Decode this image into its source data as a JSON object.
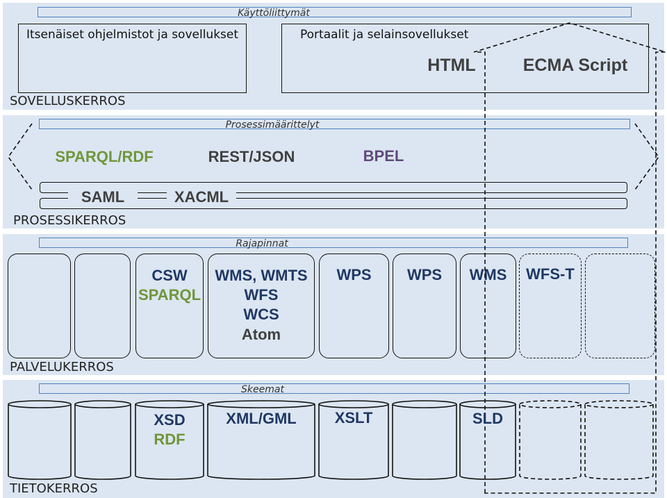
{
  "layers": {
    "application": {
      "band_title": "Käyttöliittymät",
      "label": "SOVELLUSKERROS",
      "box_left_title": "Itsenäiset ohjelmistot ja sovellukset",
      "box_right_title": "Portaalit ja selainsovellukset",
      "html": "HTML",
      "ecma": "ECMA Script"
    },
    "process": {
      "band_title": "Prosessimäärittelyt",
      "label": "PROSESSIKERROS",
      "sparql_rdf": "SPARQL/RDF",
      "rest_json": "REST/JSON",
      "bpel": "BPEL",
      "saml": "SAML",
      "xacml": "XACML"
    },
    "service": {
      "band_title": "Rajapinnat",
      "label": "PALVELUKERROS",
      "csw": "CSW",
      "sparql": "SPARQL",
      "wms_wmts": "WMS, WMTS",
      "wfs": "WFS",
      "wcs": "WCS",
      "atom": "Atom",
      "wps1": "WPS",
      "wps2": "WPS",
      "wms": "WMS",
      "wfs_t": "WFS-T"
    },
    "data": {
      "band_title": "Skeemat",
      "label": "TIETOKERROS",
      "xsd": "XSD",
      "rdf": "RDF",
      "xml_gml": "XML/GML",
      "xslt": "XSLT",
      "sld": "SLD"
    }
  },
  "colors": {
    "layer_bg": "#dce6f2",
    "band_border": "#4f81bd",
    "navy_text": "#1f3864",
    "green_text": "#70963a",
    "purple_text": "#604a7b",
    "grey_text": "#404040"
  }
}
